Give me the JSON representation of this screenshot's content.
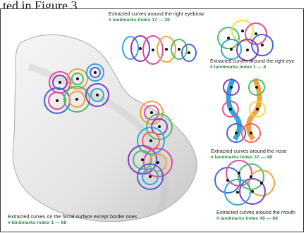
{
  "header": {
    "text": "ted in Figure 3."
  },
  "captions": {
    "eyebrow": {
      "title": "Extracted curves around the right eyebrow",
      "landmarks": "# landmarks index 17 — 26"
    },
    "eye": {
      "title": "Extracted curves around the right eye",
      "landmarks": "# landmarks index 1 — 8"
    },
    "nose": {
      "title": "Extracted curves around the nose",
      "landmarks": "# landmarks index 37 — 48"
    },
    "mouth": {
      "title": "Extracted curves around the mouth",
      "landmarks": "# landmarks index 49 — 68"
    },
    "face": {
      "title": "Extracted curves on the facial surface except border ones",
      "landmarks": "# landmarks index 1 — 68"
    }
  },
  "colors": {
    "mesh": "#e9e9e9",
    "mesh_shadow": "#bdbdbd",
    "landmark_point": "#111111",
    "landmark_label_green": "#2f8a48",
    "curve_palette": [
      "#7f3fbf",
      "#e04e9a",
      "#f0a23c",
      "#e8df46",
      "#4bbf68",
      "#2fa8d8",
      "#4c63d8",
      "#ff5e5e"
    ]
  }
}
